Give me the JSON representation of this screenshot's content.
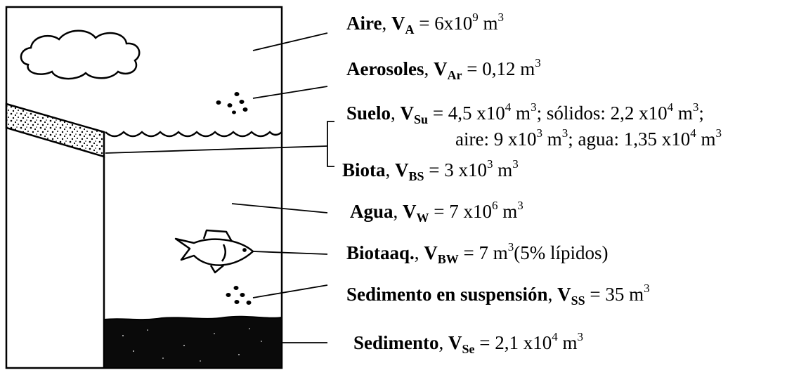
{
  "labels": {
    "aire": {
      "name": "Aire",
      "var": "V",
      "sub": "A",
      "eq": " = 6x10",
      "exp": "9",
      "unit": " m",
      "unit_exp": "3"
    },
    "aerosoles": {
      "name": "Aerosoles",
      "var": "V",
      "sub": "Ar",
      "eq": " = 0,12  m",
      "unit_exp": "3"
    },
    "suelo": {
      "name": "Suelo",
      "var": "V",
      "sub": "Su",
      "eq": " = 4,5 x10",
      "exp": "4",
      "unit": " m",
      "unit_exp": "3",
      "solidos_label": "; sólidos: 2,2 x10",
      "solidos_exp": "4",
      "solidos_unit": " m",
      "solidos_unit_exp": "3",
      "end": ";",
      "line2_aire": "aire: 9 x10",
      "line2_aire_exp": "3",
      "line2_unit": " m",
      "line2_unit_exp": "3",
      "line2_agua": "; agua: 1,35 x10",
      "line2_agua_exp": "4",
      "line2_agua_unit": " m",
      "line2_agua_unit_exp": "3"
    },
    "biota": {
      "name": "Biota",
      "var": "V",
      "sub": "BS",
      "eq": " = 3 x10",
      "exp": "3",
      "unit": " m",
      "unit_exp": "3"
    },
    "agua": {
      "name": "Agua",
      "var": "V",
      "sub": "W",
      "eq": " = 7 x10",
      "exp": "6",
      "unit": " m",
      "unit_exp": "3"
    },
    "biotaaq": {
      "name": "Biotaaq.",
      "var": "V",
      "sub": "BW",
      "eq": " = 7 m",
      "unit_exp": "3",
      "note": "(5% lípidos)"
    },
    "sed_susp": {
      "name": "Sedimento en suspensión",
      "var": "V",
      "sub": "SS",
      "eq": " = 35 m",
      "unit_exp": "3"
    },
    "sedimento": {
      "name": "Sedimento",
      "var": "V",
      "sub": "Se",
      "eq": " = 2,1 x10",
      "exp": "4",
      "unit": " m",
      "unit_exp": "3"
    }
  }
}
